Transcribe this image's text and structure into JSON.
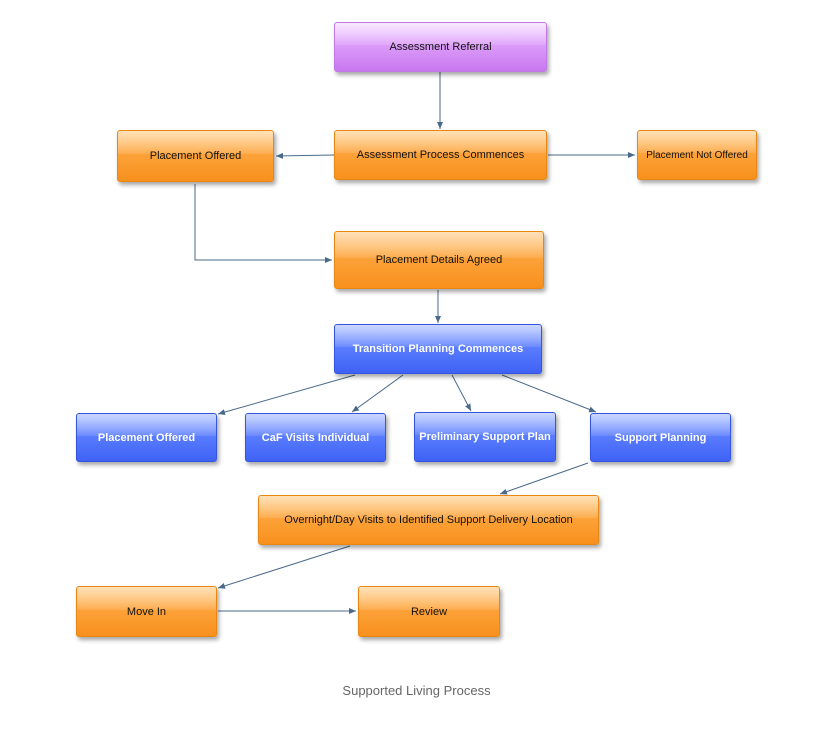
{
  "nodes": {
    "assessment_referral": "Assessment Referral",
    "assessment_process": "Assessment Process Commences",
    "placement_offered_top": "Placement Offered",
    "placement_not_offered": "Placement Not Offered",
    "placement_details": "Placement Details Agreed",
    "transition_planning": "Transition Planning Commences",
    "placement_offered_bottom": "Placement Offered",
    "caf_visits": "CaF Visits Individual",
    "preliminary_support": "Preliminary Support Plan",
    "support_planning": "Support Planning",
    "overnight_visits": "Overnight/Day Visits to Identified Support Delivery Location",
    "move_in": "Move In",
    "review": "Review"
  },
  "caption": "Supported Living Process",
  "colors": {
    "orange": "#fda33a",
    "blue": "#5b7dff",
    "purple": "#dc9cf9",
    "connector": "#4a6a8a"
  }
}
